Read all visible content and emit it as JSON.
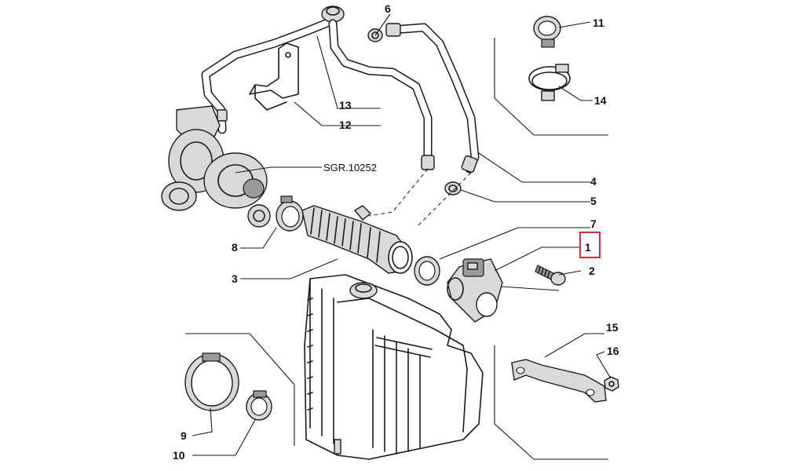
{
  "callouts": {
    "c1": "1",
    "c2": "2",
    "c3": "3",
    "c4": "4",
    "c5": "5",
    "c6": "6",
    "c7": "7",
    "c8": "8",
    "c9": "9",
    "c10": "10",
    "c11": "11",
    "c12": "12",
    "c13": "13",
    "c14": "14",
    "c15": "15",
    "c16": "16"
  },
  "reference_label": "SGR.10252",
  "highlight_color": "#d32f2f"
}
